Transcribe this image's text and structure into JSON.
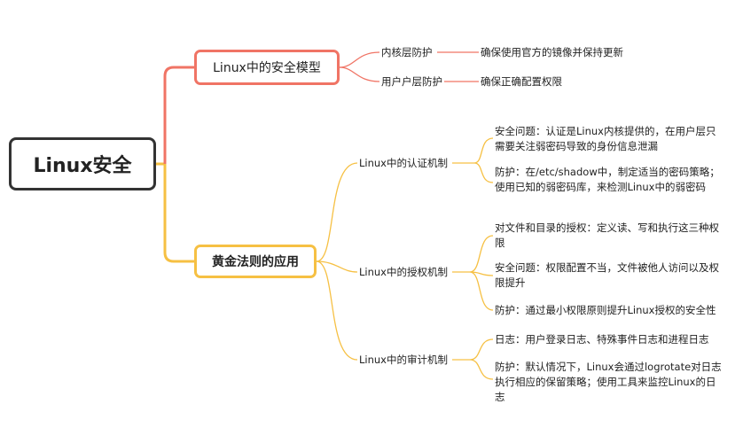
{
  "root": {
    "label": "Linux安全"
  },
  "branch_security_model": {
    "label": "Linux中的安全模型",
    "color": "#f07465",
    "items": [
      {
        "label": "内核层防护",
        "detail": "确保使用官方的镜像并保持更新"
      },
      {
        "label": "用户户层防护",
        "detail": "确保正确配置权限"
      }
    ]
  },
  "branch_golden_rule": {
    "label": "黄金法则的应用",
    "color": "#f6c043",
    "items": [
      {
        "label": "Linux中的认证机制",
        "notes": [
          "安全问题：认证是Linux内核提供的，在用户层只需要关注弱密码导致的身份信息泄漏",
          "防护：在/etc/shadow中，制定适当的密码策略；使用已知的弱密码库，来检测Linux中的弱密码"
        ]
      },
      {
        "label": "Linux中的授权机制",
        "notes": [
          "对文件和目录的授权：定义读、写和执行这三种权限",
          "安全问题：权限配置不当，文件被他人访问以及权限提升",
          "防护：通过最小权限原则提升Linux授权的安全性"
        ]
      },
      {
        "label": "Linux中的审计机制",
        "notes": [
          "日志：用户登录日志、特殊事件日志和进程日志",
          "防护：默认情况下，Linux会通过logrotate对日志执行相应的保留策略；使用工具来监控Linux的日志"
        ]
      }
    ]
  }
}
